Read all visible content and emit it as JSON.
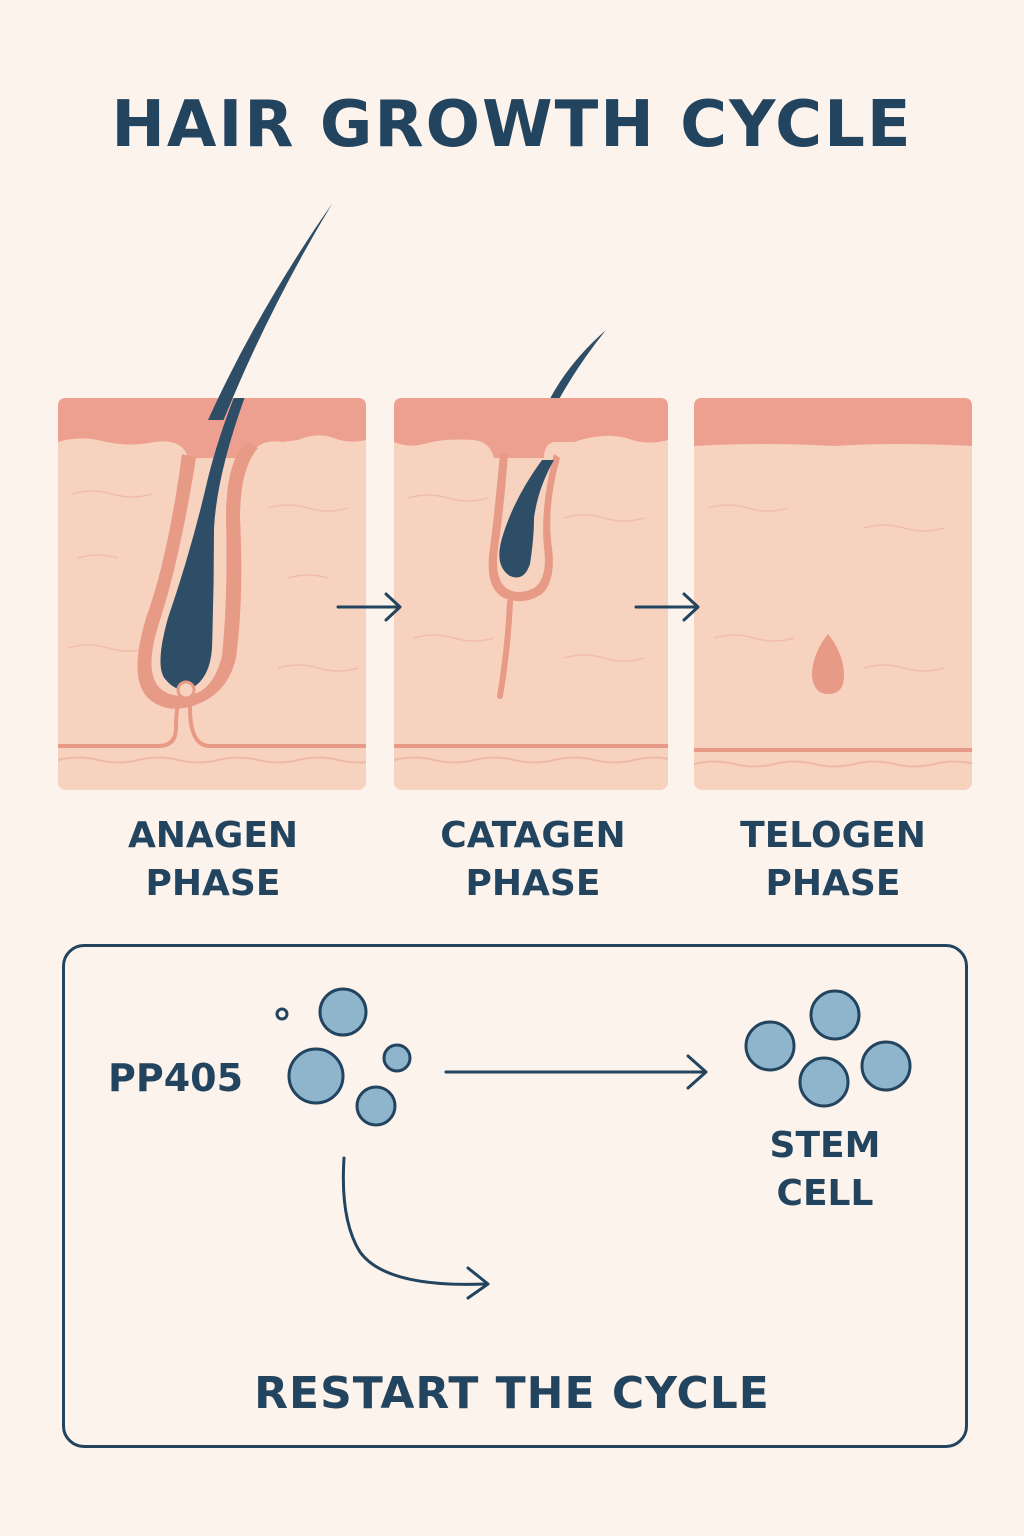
{
  "title": "HAIR GROWTH CYCLE",
  "phases": [
    {
      "line1": "ANAGEN",
      "line2": "PHASE"
    },
    {
      "line1": "CATAGEN",
      "line2": "PHASE"
    },
    {
      "line1": "TELOGEN",
      "line2": "PHASE"
    }
  ],
  "process": {
    "compound_label": "PP405",
    "target_line1": "STEM",
    "target_line2": "CELL",
    "outcome": "RESTART THE CYCLE"
  },
  "colors": {
    "background": "#fcf3ec",
    "ink": "#22445f",
    "skin": "#f7d2bf",
    "epidermis": "#eea090",
    "follicle": "#e79a86",
    "cell_fill": "#8fb5cc"
  }
}
